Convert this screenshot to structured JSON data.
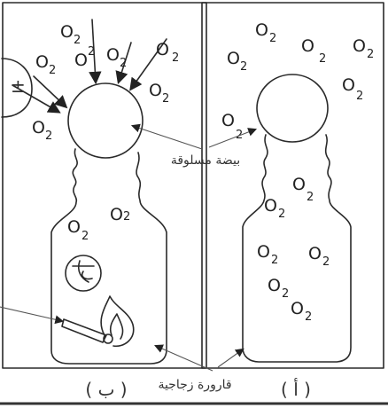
{
  "molecule": {
    "symbol": "O",
    "subscript": "2"
  },
  "labels": {
    "boiled_egg": "بيضة مسلوقة",
    "glass_bottle": "قارورة زجاجية"
  },
  "captions": {
    "panel_a": "( أ )",
    "panel_b": "( ب )"
  }
}
